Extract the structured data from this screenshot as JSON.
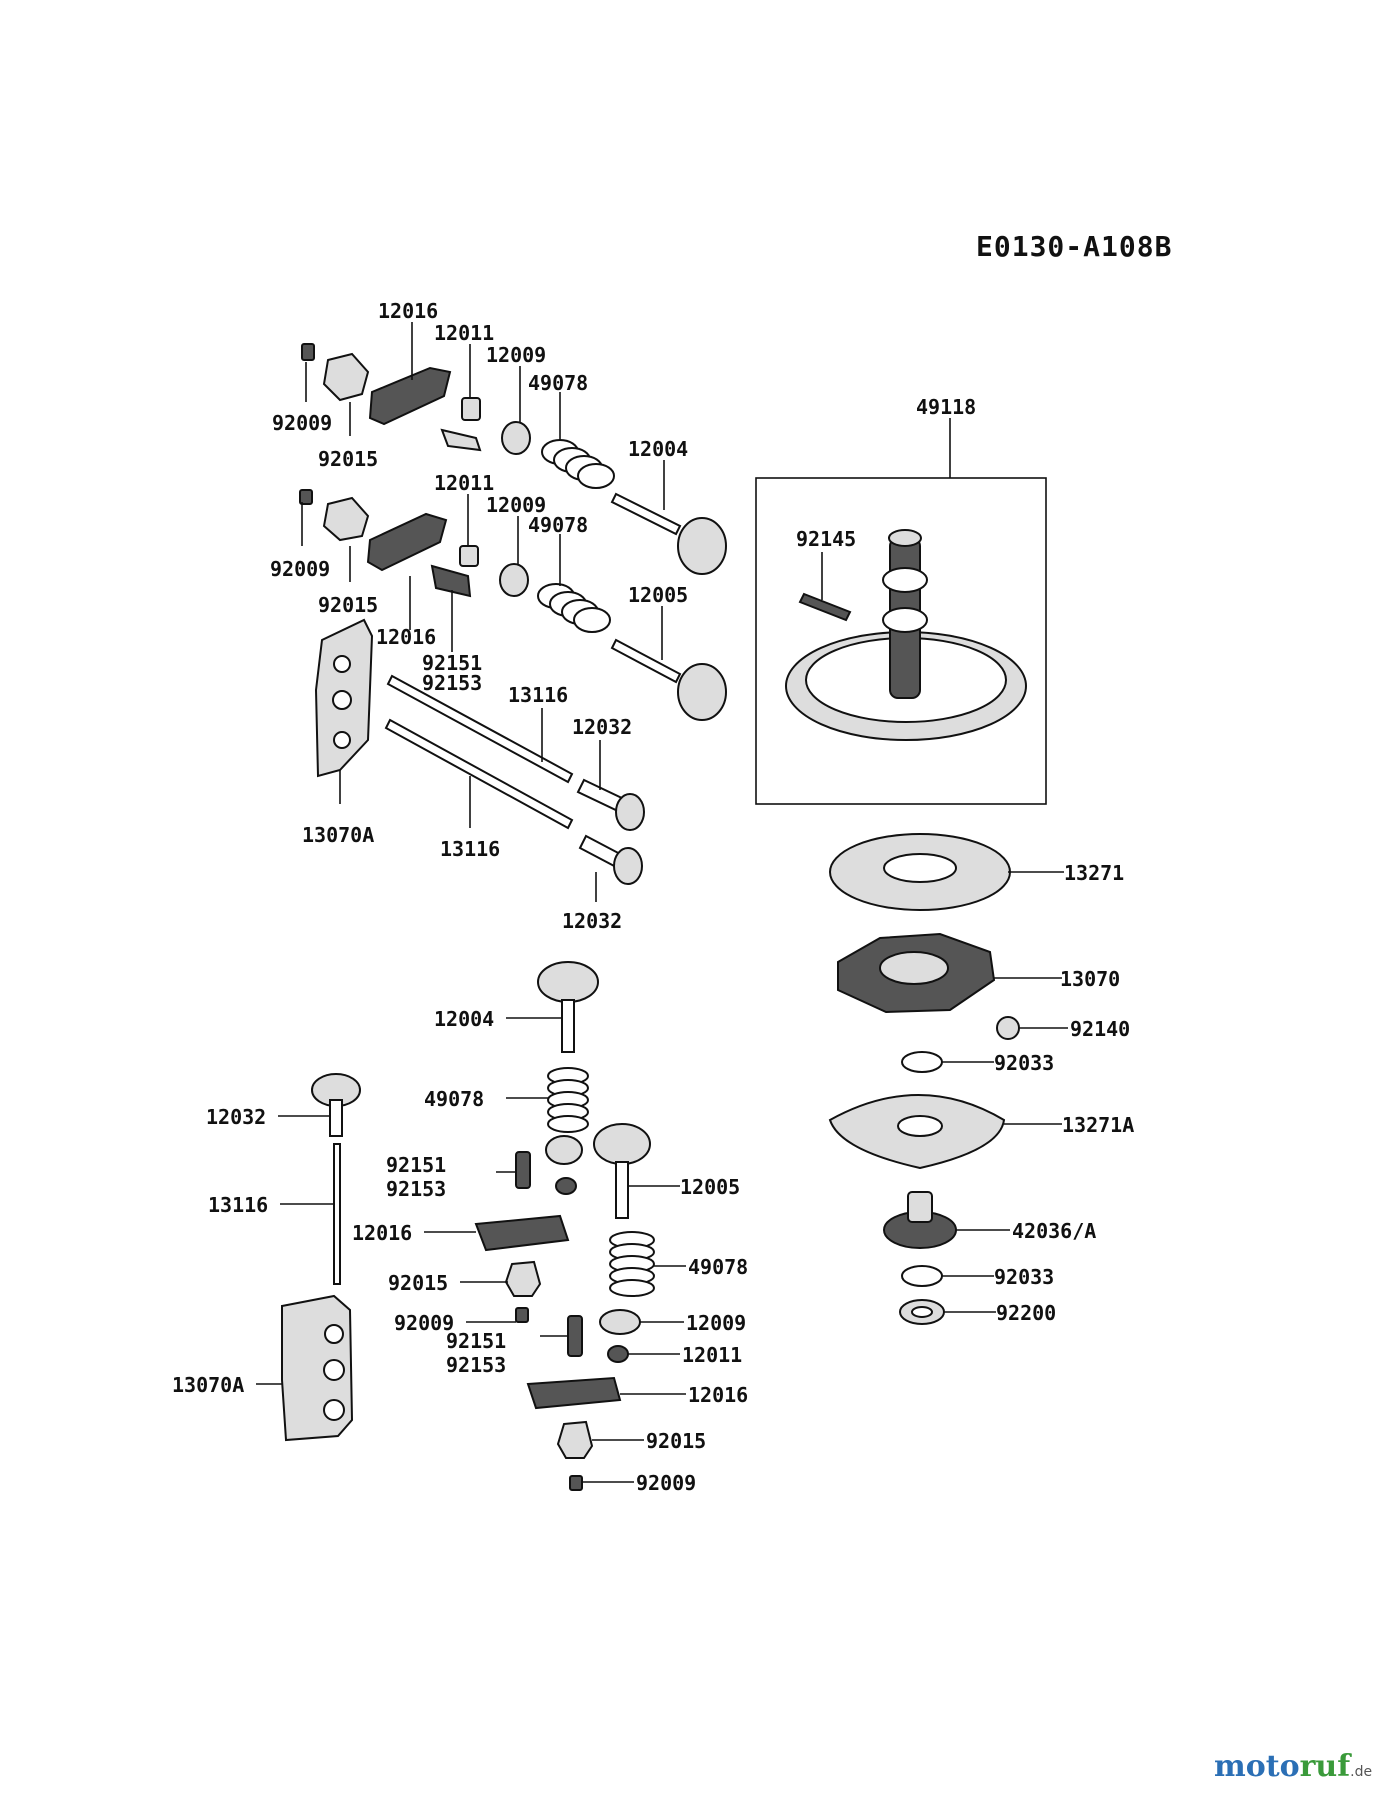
{
  "diagram_code": "E0130-A108B",
  "watermark": {
    "part1": "moto",
    "part2": "ruf",
    "suffix": ".de"
  },
  "labels": [
    {
      "id": "l1",
      "text": "12016"
    },
    {
      "id": "l2",
      "text": "12011"
    },
    {
      "id": "l3",
      "text": "12009"
    },
    {
      "id": "l4",
      "text": "49078"
    },
    {
      "id": "l5",
      "text": "92009"
    },
    {
      "id": "l6",
      "text": "92015"
    },
    {
      "id": "l7",
      "text": "12004"
    },
    {
      "id": "l8",
      "text": "12011"
    },
    {
      "id": "l9",
      "text": "12009"
    },
    {
      "id": "l10",
      "text": "49078"
    },
    {
      "id": "l11",
      "text": "92009"
    },
    {
      "id": "l12",
      "text": "92015"
    },
    {
      "id": "l13",
      "text": "12005"
    },
    {
      "id": "l14",
      "text": "12016"
    },
    {
      "id": "l15",
      "text": "92151"
    },
    {
      "id": "l16",
      "text": "92153"
    },
    {
      "id": "l17",
      "text": "13116"
    },
    {
      "id": "l18",
      "text": "12032"
    },
    {
      "id": "l19",
      "text": "13070A"
    },
    {
      "id": "l20",
      "text": "13116"
    },
    {
      "id": "l21",
      "text": "12032"
    },
    {
      "id": "l22",
      "text": "49118"
    },
    {
      "id": "l23",
      "text": "92145"
    },
    {
      "id": "l24",
      "text": "13271"
    },
    {
      "id": "l25",
      "text": "13070"
    },
    {
      "id": "l26",
      "text": "92140"
    },
    {
      "id": "l27",
      "text": "92033"
    },
    {
      "id": "l28",
      "text": "13271A"
    },
    {
      "id": "l29",
      "text": "42036/A"
    },
    {
      "id": "l30",
      "text": "92033"
    },
    {
      "id": "l31",
      "text": "92200"
    },
    {
      "id": "l32",
      "text": "12004"
    },
    {
      "id": "l33",
      "text": "49078"
    },
    {
      "id": "l34",
      "text": "12032"
    },
    {
      "id": "l35",
      "text": "92151"
    },
    {
      "id": "l36",
      "text": "92153"
    },
    {
      "id": "l37",
      "text": "12005"
    },
    {
      "id": "l38",
      "text": "13116"
    },
    {
      "id": "l39",
      "text": "12016"
    },
    {
      "id": "l40",
      "text": "92015"
    },
    {
      "id": "l41",
      "text": "49078"
    },
    {
      "id": "l42",
      "text": "92009"
    },
    {
      "id": "l43",
      "text": "12009"
    },
    {
      "id": "l44",
      "text": "92151"
    },
    {
      "id": "l45",
      "text": "92153"
    },
    {
      "id": "l46",
      "text": "12011"
    },
    {
      "id": "l47",
      "text": "13070A"
    },
    {
      "id": "l48",
      "text": "12016"
    },
    {
      "id": "l49",
      "text": "92015"
    },
    {
      "id": "l50",
      "text": "92009"
    }
  ]
}
